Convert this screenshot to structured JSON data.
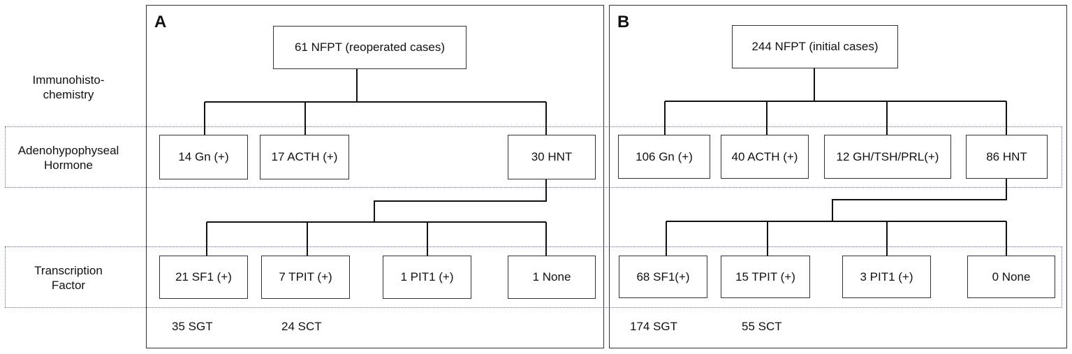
{
  "row_labels": {
    "immunohistochemistry": [
      "Immunohisto-",
      "chemistry"
    ],
    "adenohypophyseal": [
      "Adenohypophyseal",
      "Hormone"
    ],
    "transcription": [
      "Transcription",
      "Factor"
    ]
  },
  "panels": {
    "a": {
      "letter": "A",
      "root": "61 NFPT (reoperated cases)",
      "hormone": [
        "14 Gn (+)",
        "17 ACTH (+)",
        "30 HNT"
      ],
      "tf": [
        "21 SF1 (+)",
        "7 TPIT (+)",
        "1 PIT1 (+)",
        "1 None"
      ],
      "notes": [
        "35 SGT",
        "24 SCT"
      ]
    },
    "b": {
      "letter": "B",
      "root": "244 NFPT (initial cases)",
      "hormone": [
        "106 Gn (+)",
        "40 ACTH (+)",
        "12 GH/TSH/PRL(+)",
        "86 HNT"
      ],
      "tf": [
        "68 SF1(+)",
        "15 TPIT (+)",
        "3 PIT1 (+)",
        "0 None"
      ],
      "notes": [
        "174 SGT",
        "55 SCT"
      ]
    }
  }
}
